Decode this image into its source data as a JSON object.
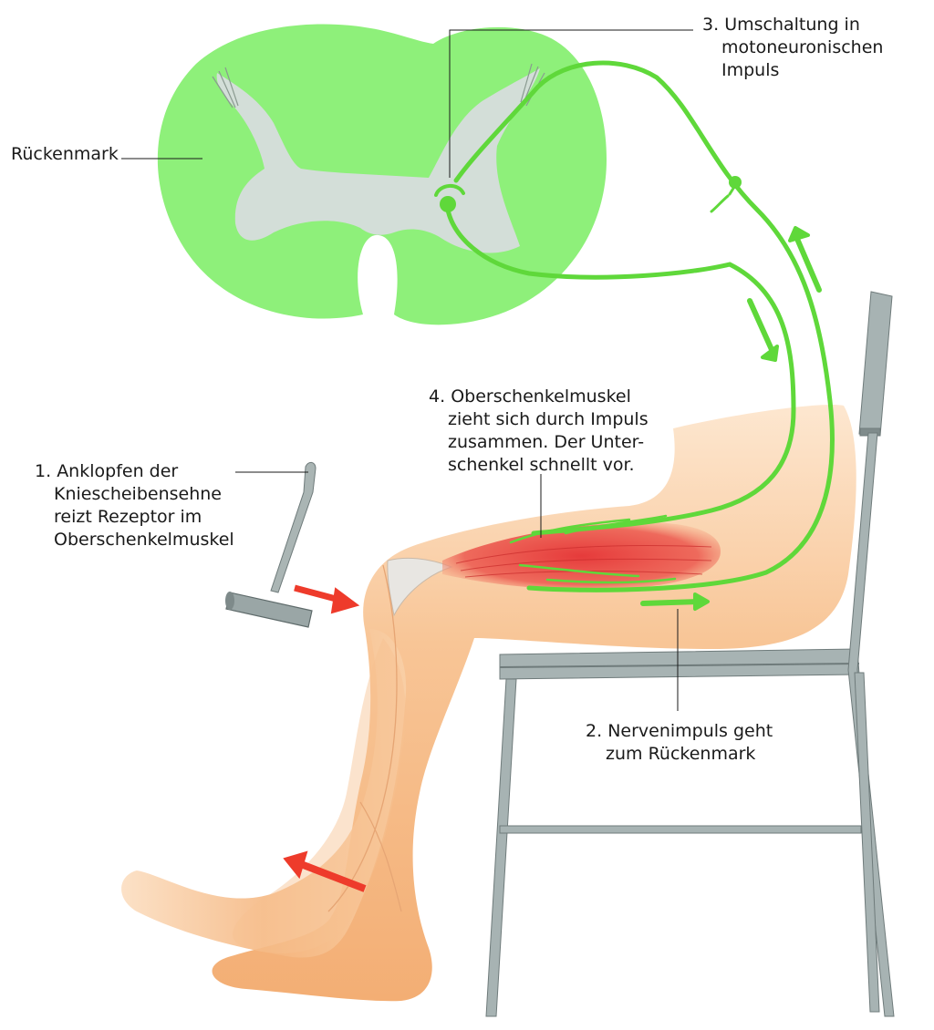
{
  "labels": {
    "spinal_cord": "Rückenmark",
    "step1": {
      "number": "1.",
      "lines": [
        "Anklopfen der",
        "Kniescheibensehne",
        "reizt Rezeptor im",
        "Oberschenkelmuskel"
      ]
    },
    "step2": {
      "number": "2.",
      "lines": [
        "Nervenimpuls geht",
        "zum Rückenmark"
      ]
    },
    "step3": {
      "number": "3.",
      "lines": [
        "Umschaltung in",
        "motoneuronischen",
        "Impuls"
      ]
    },
    "step4": {
      "number": "4.",
      "lines": [
        "Oberschenkelmuskel",
        "zieht sich durch Impuls",
        "zusammen. Der Unter-",
        "schenkel schnellt vor."
      ]
    }
  },
  "colors": {
    "white_matter": "#8ef07a",
    "grey_matter": "#d3ded8",
    "nerve": "#5fd83a",
    "skin": "#f6c191",
    "skin_light": "#fde3c8",
    "muscle": "#e24747",
    "arrow_red": "#ee3b2b",
    "chair": "#a7b3b3",
    "hammer": "#8c9898"
  }
}
